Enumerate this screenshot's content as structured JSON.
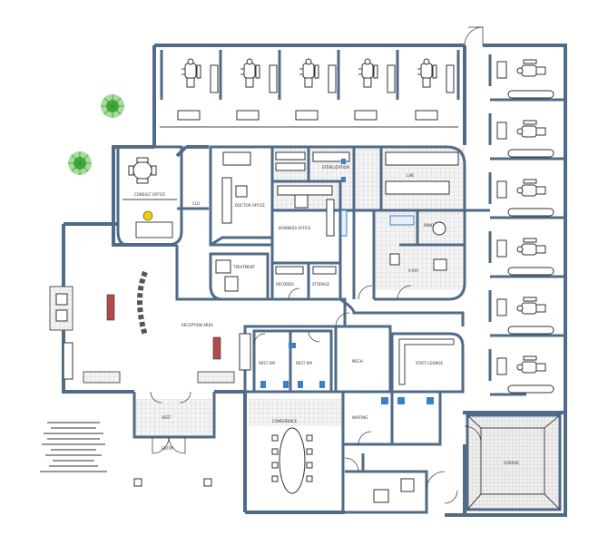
{
  "plan": {
    "labels": {
      "reception": "RECEPTION AREA",
      "waiting": "WAITING",
      "conference": "CONFERENCE",
      "consult": "CONSULT OFFICE",
      "lab": "LAB",
      "sterilization": "STERILIZATION",
      "xray": "X-RAY",
      "staff": "STAFF LOUNGE",
      "doctor": "DOCTOR OFFICE",
      "storage": "STORAGE",
      "records": "RECORDS",
      "restroom_1": "REST RM",
      "restroom_2": "REST RM",
      "mechanical": "MECH",
      "treatment": "TREATMENT",
      "vestibule": "VEST",
      "entry": "ENTRY",
      "business": "BUSINESS OFFICE",
      "pano": "PANO",
      "garage": "GARAGE",
      "closet": "CLO"
    },
    "operatory_count_top": 5,
    "operatory_count_right": 6,
    "trees": [
      "tree",
      "tree"
    ]
  }
}
